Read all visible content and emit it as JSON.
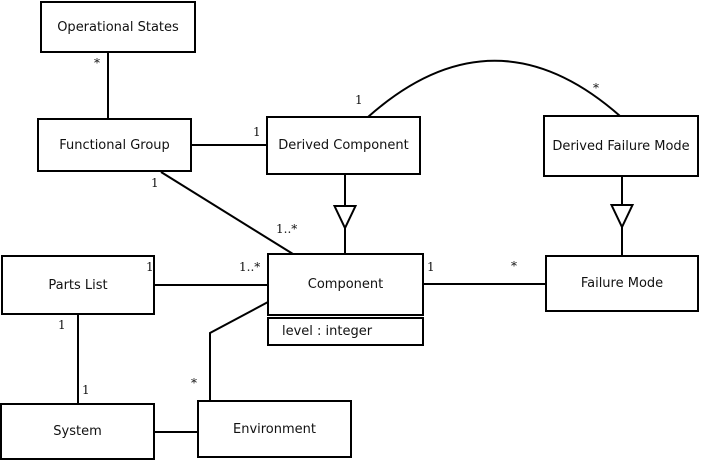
{
  "diagram": {
    "type": "uml-class-diagram",
    "background_color": "#ffffff",
    "line_color": "#000000",
    "classes": {
      "operational_states": {
        "name": "Operational States"
      },
      "functional_group": {
        "name": "Functional Group"
      },
      "derived_component": {
        "name": "Derived Component"
      },
      "derived_failure_mode": {
        "name": "Derived Failure Mode"
      },
      "parts_list": {
        "name": "Parts List"
      },
      "component": {
        "name": "Component",
        "attribute": "level : integer"
      },
      "failure_mode": {
        "name": "Failure Mode"
      },
      "system": {
        "name": "System"
      },
      "environment": {
        "name": "Environment"
      }
    },
    "multiplicities": {
      "opstates_fg_star": "*",
      "fg_dc_one": "1",
      "arc_dc_one": "1",
      "arc_dfm_star": "*",
      "fg_comp_one": "1",
      "fg_comp_many": "1..*",
      "pl_comp_one": "1",
      "pl_comp_many": "1..*",
      "comp_fm_one": "1",
      "comp_fm_star": "*",
      "pl_sys_one_top": "1",
      "pl_sys_one_bottom": "1",
      "env_comp_star": "*"
    },
    "relationships": [
      "Operational States * — Functional Group",
      "Functional Group 1 — 1 Derived Component",
      "Functional Group 1 — 1..* Component",
      "Derived Component 1 — * Derived Failure Mode (arc)",
      "Derived Component —|> Component (generalization)",
      "Derived Failure Mode —|> Failure Mode (generalization)",
      "Parts List 1 — 1..* Component",
      "Component 1 — * Failure Mode",
      "Parts List 1 — 1 System",
      "System — Environment",
      "Environment * — Component"
    ]
  }
}
